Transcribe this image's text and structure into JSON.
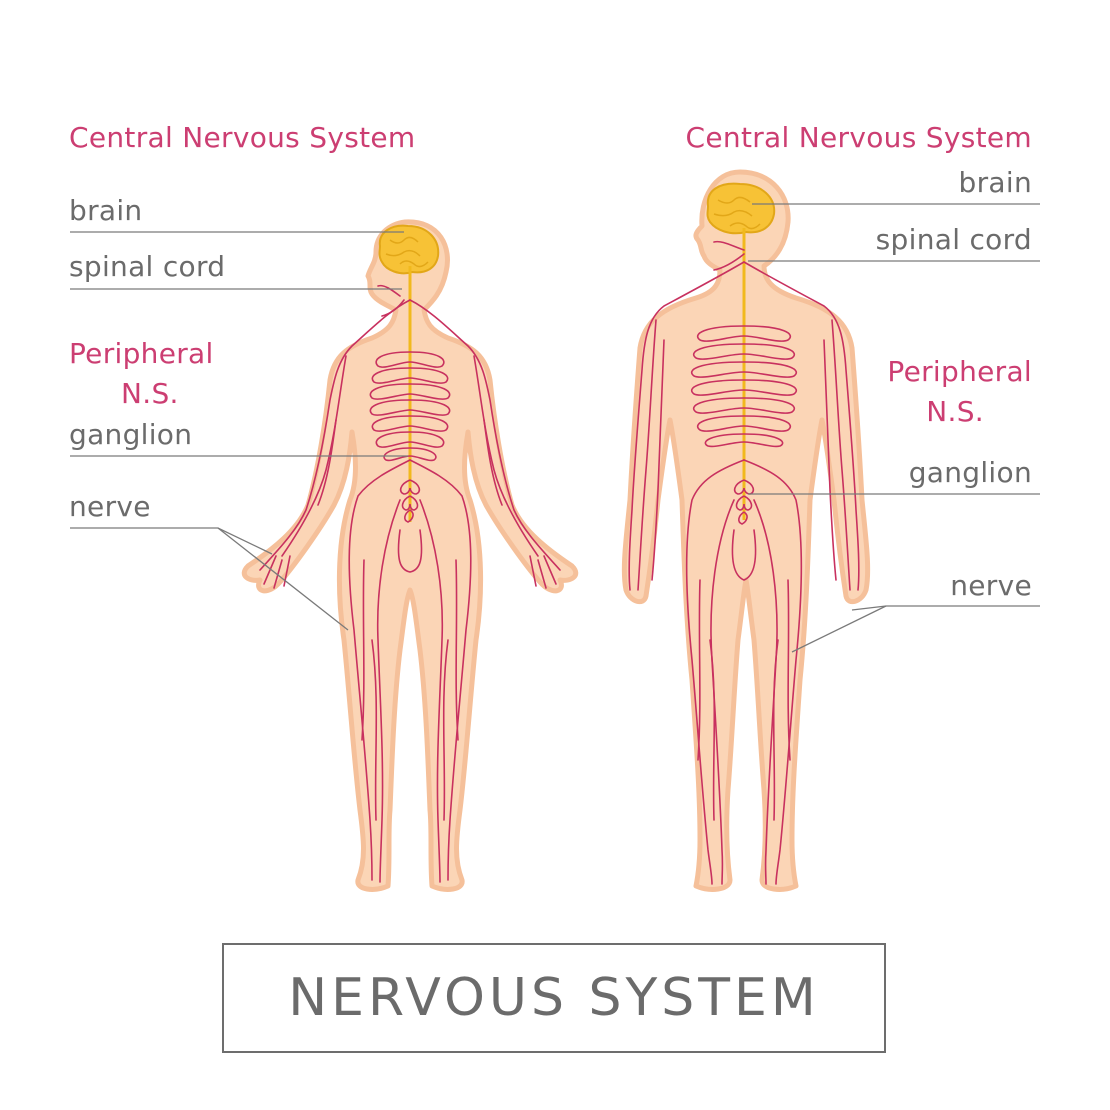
{
  "labels": {
    "left": {
      "cns": "Central Nervous  System",
      "brain": "brain",
      "spinal_cord": "spinal cord",
      "peripheral_line1": "Peripheral",
      "peripheral_line2": "N.S.",
      "ganglion": "ganglion",
      "nerve": "nerve"
    },
    "right": {
      "cns": "Central Nervous  System",
      "brain": "brain",
      "spinal_cord": "spinal cord",
      "peripheral_line1": "Peripheral",
      "peripheral_line2": "N.S.",
      "ganglion": "ganglion",
      "nerve": "nerve"
    }
  },
  "title": "NERVOUS  SYSTEM",
  "colors": {
    "skin": "#fbd5b6",
    "skin_outline": "#f5c09a",
    "nerve": "#c8315f",
    "brain": "#f7c236",
    "spine": "#f1b91d",
    "label_gray": "#6b6b6b",
    "label_pink": "#cc3e72",
    "leader_line": "#7a7a7a"
  }
}
